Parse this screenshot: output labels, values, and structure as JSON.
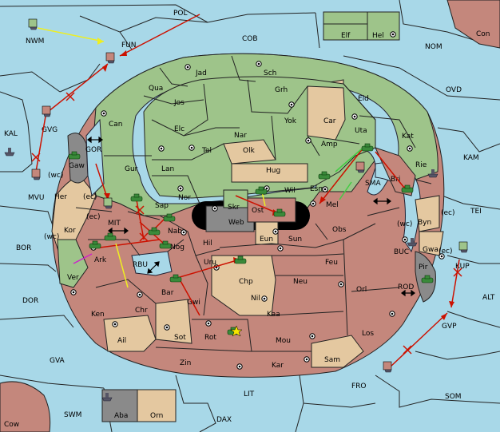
{
  "game": {
    "colors": {
      "sea": "#a8d8e8",
      "green_power": "#9ec48a",
      "red_power": "#c4877c",
      "neutral": "#e4c8a0",
      "grey_power": "#8a8a8a",
      "order_move": "#cc1100",
      "order_support": "#eeee22",
      "order_convoy": "#44cc44"
    },
    "sea_regions": [
      "POL",
      "COB",
      "NWM",
      "FUN",
      "NOM",
      "Con",
      "OVD",
      "KAL",
      "GVG",
      "GOR",
      "MVU",
      "KAM",
      "BOR",
      "MIT",
      "TEI",
      "DOR",
      "RBU",
      "BUC",
      "ROD",
      "ALT",
      "GVP",
      "GVA",
      "FRO",
      "SOM",
      "SWM",
      "LIT",
      "DAX",
      "SMA"
    ],
    "green_regions": [
      "Jad",
      "Sch",
      "Qua",
      "Jos",
      "Grh",
      "Eld",
      "Can",
      "Elc",
      "Nar",
      "Yok",
      "Uta",
      "Kat",
      "Gur",
      "Tel",
      "Lan",
      "Amp",
      "Rie",
      "Sap",
      "Nor",
      "Wil",
      "Esm",
      "Ver",
      "Elf",
      "Hel"
    ],
    "red_regions": [
      "Ark",
      "Nab",
      "Nog",
      "Hil",
      "Uru",
      "Sun",
      "Obs",
      "Feu",
      "Bar",
      "Neu",
      "Orl",
      "Chr",
      "Ken",
      "Kaa",
      "Los",
      "Rot",
      "Mou",
      "Zin",
      "Kar",
      "Cow",
      "Bri",
      "Mel",
      "Ost"
    ],
    "neutral_regions": [
      "Car",
      "Olk",
      "Hug",
      "Eun",
      "Her",
      "Kor",
      "Chp",
      "Nil",
      "Gwi",
      "Sot",
      "Ail",
      "Sam",
      "Orn",
      "Byn",
      "Gwa",
      "Gaw"
    ],
    "grey_regions": [
      "Web",
      "Skr",
      "Pir",
      "Aba"
    ],
    "coast_labels": [
      "(wc)",
      "(ec)",
      "(wc)",
      "(ec)",
      "(wc)",
      "(ec)",
      "(wc)",
      "(ec)"
    ],
    "legend_visible": false
  }
}
